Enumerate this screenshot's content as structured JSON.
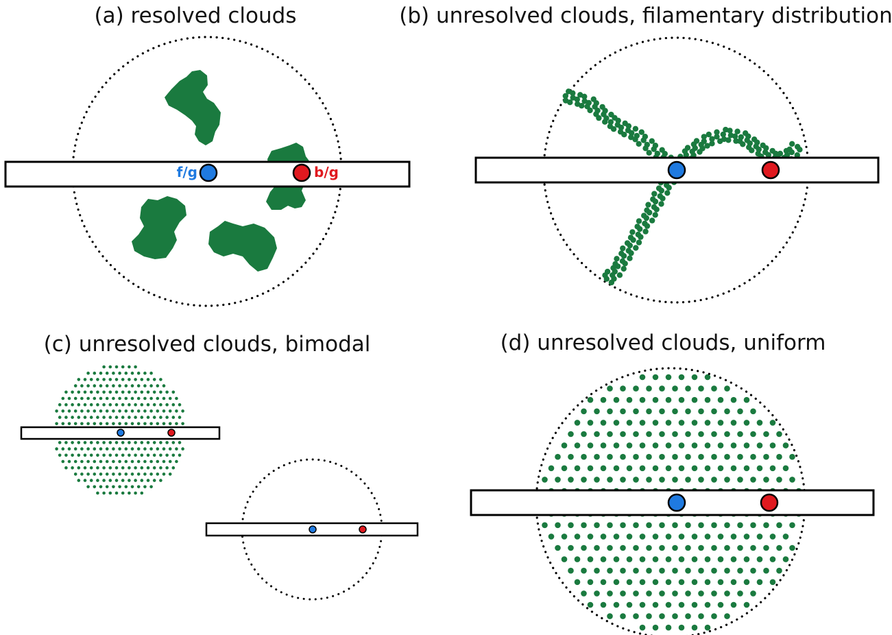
{
  "colors": {
    "cloud": "#1a7a3f",
    "foreground": "#1f7ae0",
    "background": "#e0191f",
    "outline": "#000000",
    "background_page": "#ffffff"
  },
  "panels": [
    {
      "id": "a",
      "title": "(a) resolved clouds",
      "fg_label": "f/g",
      "bg_label": "b/g"
    },
    {
      "id": "b",
      "title": "(b) unresolved clouds, filamentary distribution"
    },
    {
      "id": "c",
      "title": "(c) unresolved clouds, bimodal"
    },
    {
      "id": "d",
      "title": "(d) unresolved clouds, uniform"
    }
  ]
}
